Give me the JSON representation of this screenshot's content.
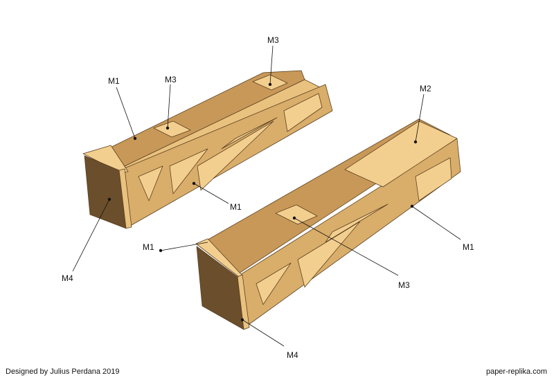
{
  "labels": {
    "left_m1_top": "M1",
    "left_m3_mid": "M3",
    "left_m3_far": "M3",
    "left_m1_side": "M1",
    "left_m4": "M4",
    "right_m2": "M2",
    "right_m1_left": "M1",
    "right_m1_right": "M1",
    "right_m3": "M3",
    "right_m4": "M4"
  },
  "footer": {
    "credit": "Designed by Julius Perdana 2019",
    "website": "paper-replika.com"
  },
  "colors": {
    "wood_top": "#f3cf8f",
    "wood_side": "#d9ad6a",
    "wood_dark": "#a87a3e",
    "end_cap": "#6b4e2c"
  }
}
